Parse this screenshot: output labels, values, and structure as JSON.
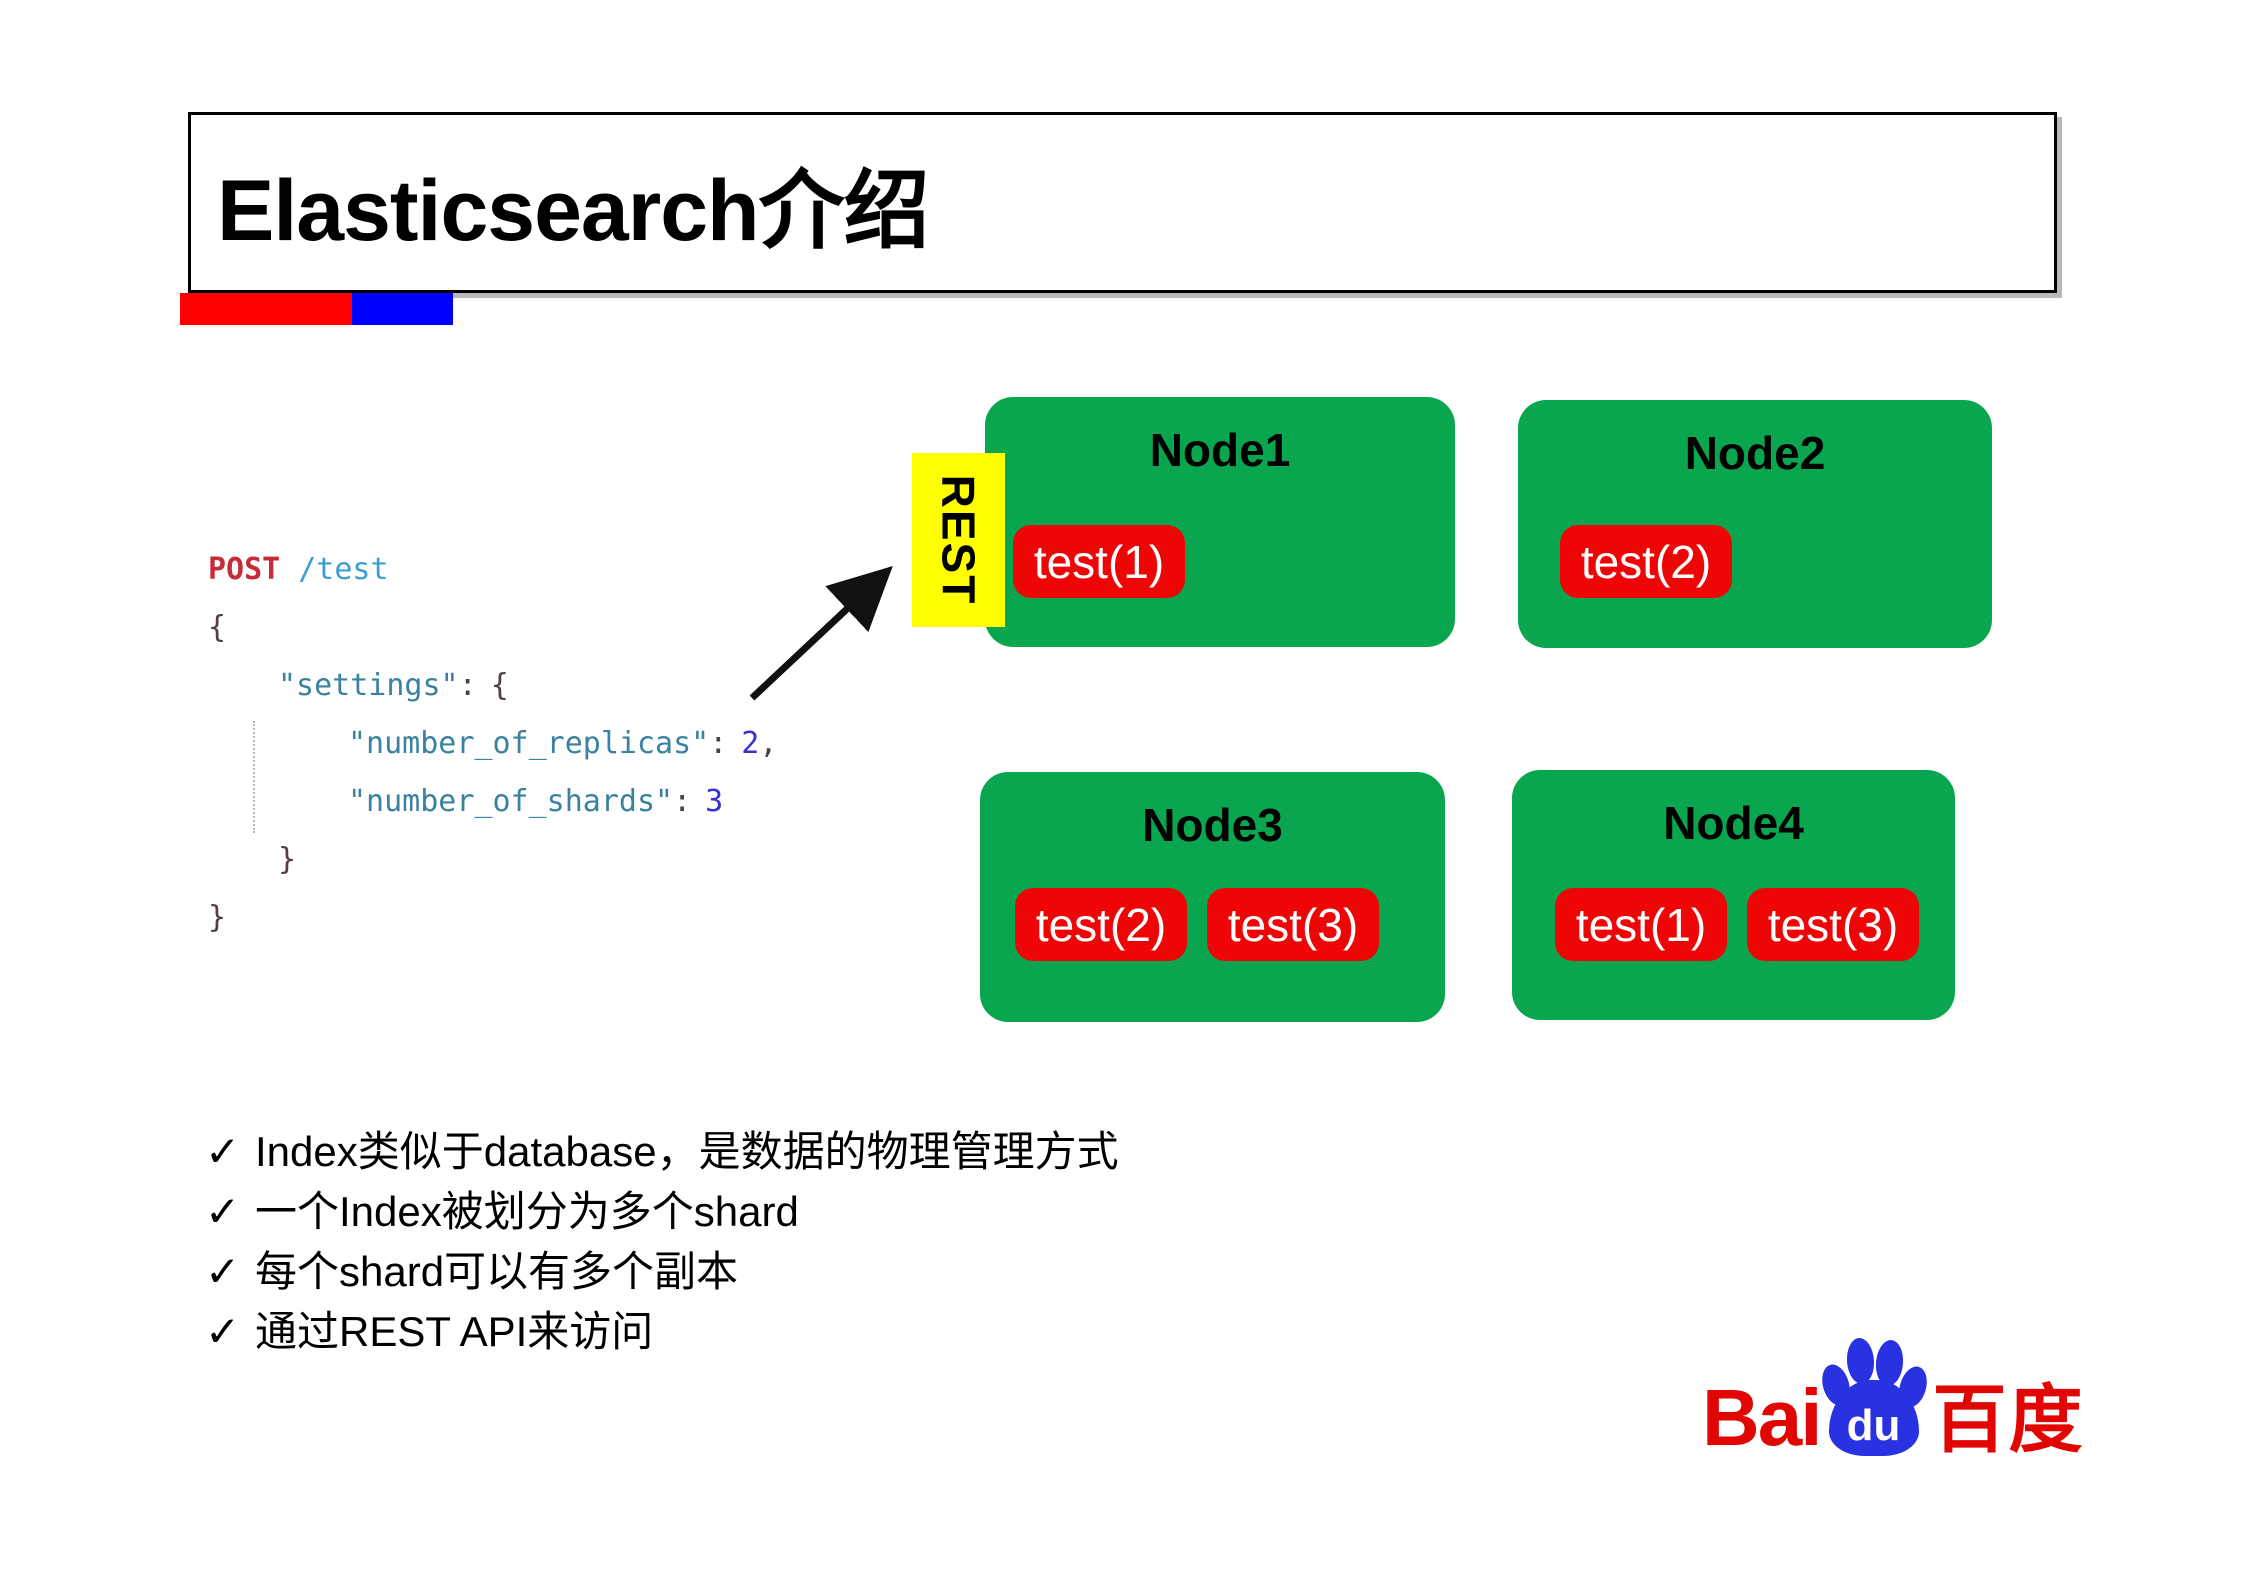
{
  "slide": {
    "title": "Elasticsearch介绍"
  },
  "code": {
    "line1": {
      "method": "POST",
      "url": "/test"
    },
    "line2": {
      "brace": "{"
    },
    "line3": {
      "key": "\"settings\"",
      "colon": ":",
      "brace": "{"
    },
    "line4": {
      "key": "\"number_of_replicas\"",
      "colon": ":",
      "value": "2",
      "comma": ","
    },
    "line5": {
      "key": "\"number_of_shards\"",
      "colon": ":",
      "value": "3"
    },
    "line6": {
      "brace": "}"
    },
    "line7": {
      "brace": "}"
    }
  },
  "rest_label": "REST",
  "nodes": [
    {
      "name": "Node1",
      "shards": [
        "test(1)"
      ]
    },
    {
      "name": "Node2",
      "shards": [
        "test(2)"
      ]
    },
    {
      "name": "Node3",
      "shards": [
        "test(2)",
        "test(3)"
      ]
    },
    {
      "name": "Node4",
      "shards": [
        "test(1)",
        "test(3)"
      ]
    }
  ],
  "bullets": {
    "glyph": "✓",
    "items": [
      {
        "text": "Index类似于database，是数据的物理管理方式"
      },
      {
        "text": "一个Index被划分为多个shard"
      },
      {
        "text": "每个shard可以有多个副本"
      },
      {
        "text": "通过REST API来访问"
      }
    ]
  },
  "logo": {
    "bai": "Bai",
    "du": "du",
    "cn": "百度"
  },
  "colors": {
    "node_green": "#0aa64f",
    "shard_red": "#ee0606",
    "rest_yellow": "#ffff00",
    "accent_bar_red": "#ff0000",
    "accent_bar_blue": "#0000fe",
    "code_method": "#c62b3a",
    "code_url": "#3f9bd8",
    "code_key": "#3a82a0",
    "code_number": "#3a2fd0",
    "baidu_red": "#e10601",
    "baidu_blue": "#2932e1"
  }
}
